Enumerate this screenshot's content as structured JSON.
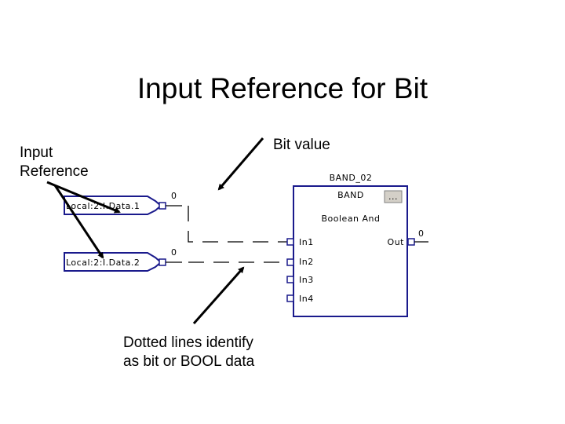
{
  "slide": {
    "title": "Input Reference for Bit",
    "label_input_reference": [
      "Input",
      "Reference"
    ],
    "label_bit_value": "Bit value",
    "label_dotted": [
      "Dotted lines identify",
      "as bit or BOOL  data"
    ]
  },
  "diagram": {
    "tags": [
      {
        "name": "Local:2:I.Data.1",
        "value": "0"
      },
      {
        "name": "Local:2:I.Data.2",
        "value": "0"
      }
    ],
    "block": {
      "instance": "BAND_02",
      "type": "BAND",
      "description": "Boolean And",
      "button_label": "...",
      "inputs": [
        "In1",
        "In2",
        "In3",
        "In4"
      ],
      "output": "Out",
      "output_value": "0"
    },
    "colors": {
      "wire_box": "#1a1a8c",
      "text": "#000000"
    }
  }
}
